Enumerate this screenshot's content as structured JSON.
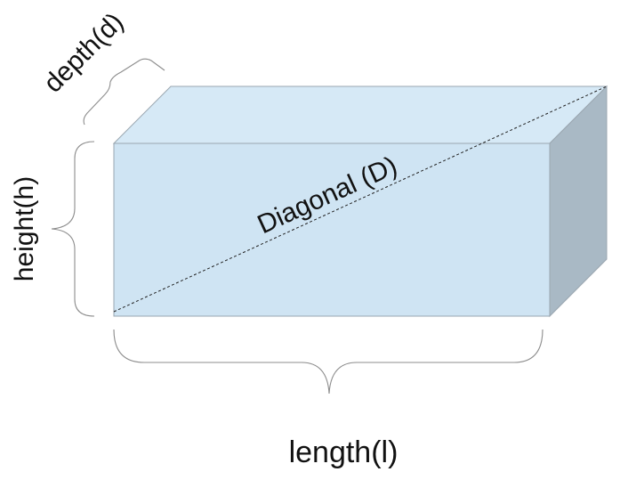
{
  "labels": {
    "depth": "depth(d)",
    "height": "height(h)",
    "length": "length(l)",
    "diagonal": "Diagonal (D)"
  },
  "colors": {
    "front_face": "#cfe4f3",
    "top_face": "#d6e9f6",
    "side_face": "#a9b9c5",
    "edge": "#9aa6b0",
    "brace": "#8c8c8c",
    "diagonal_line": "#222222"
  }
}
